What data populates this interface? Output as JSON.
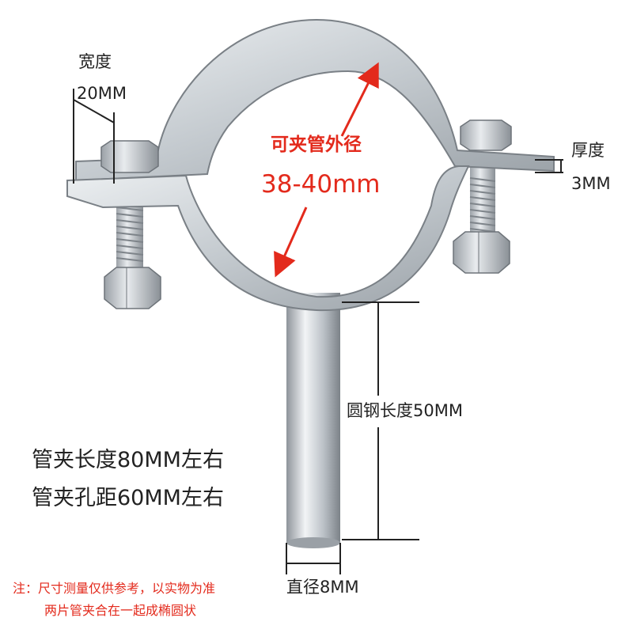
{
  "width_label": "宽度",
  "width_value": "20MM",
  "thickness_label": "厚度",
  "thickness_value": "3MM",
  "clamp_od_label": "可夹管外径",
  "clamp_od_value": "38-40mm",
  "rod_length": "圆钢长度50MM",
  "clamp_length": "管夹长度80MM左右",
  "hole_spacing": "管夹孔距60MM左右",
  "diameter": "直径8MM",
  "note_line1": "注：尺寸测量仅供参考，以实物为准",
  "note_line2": "两片管夹合在一起成椭圆状",
  "colors": {
    "accent_red": "#e32a1c",
    "steel": "#c9cfd4"
  }
}
